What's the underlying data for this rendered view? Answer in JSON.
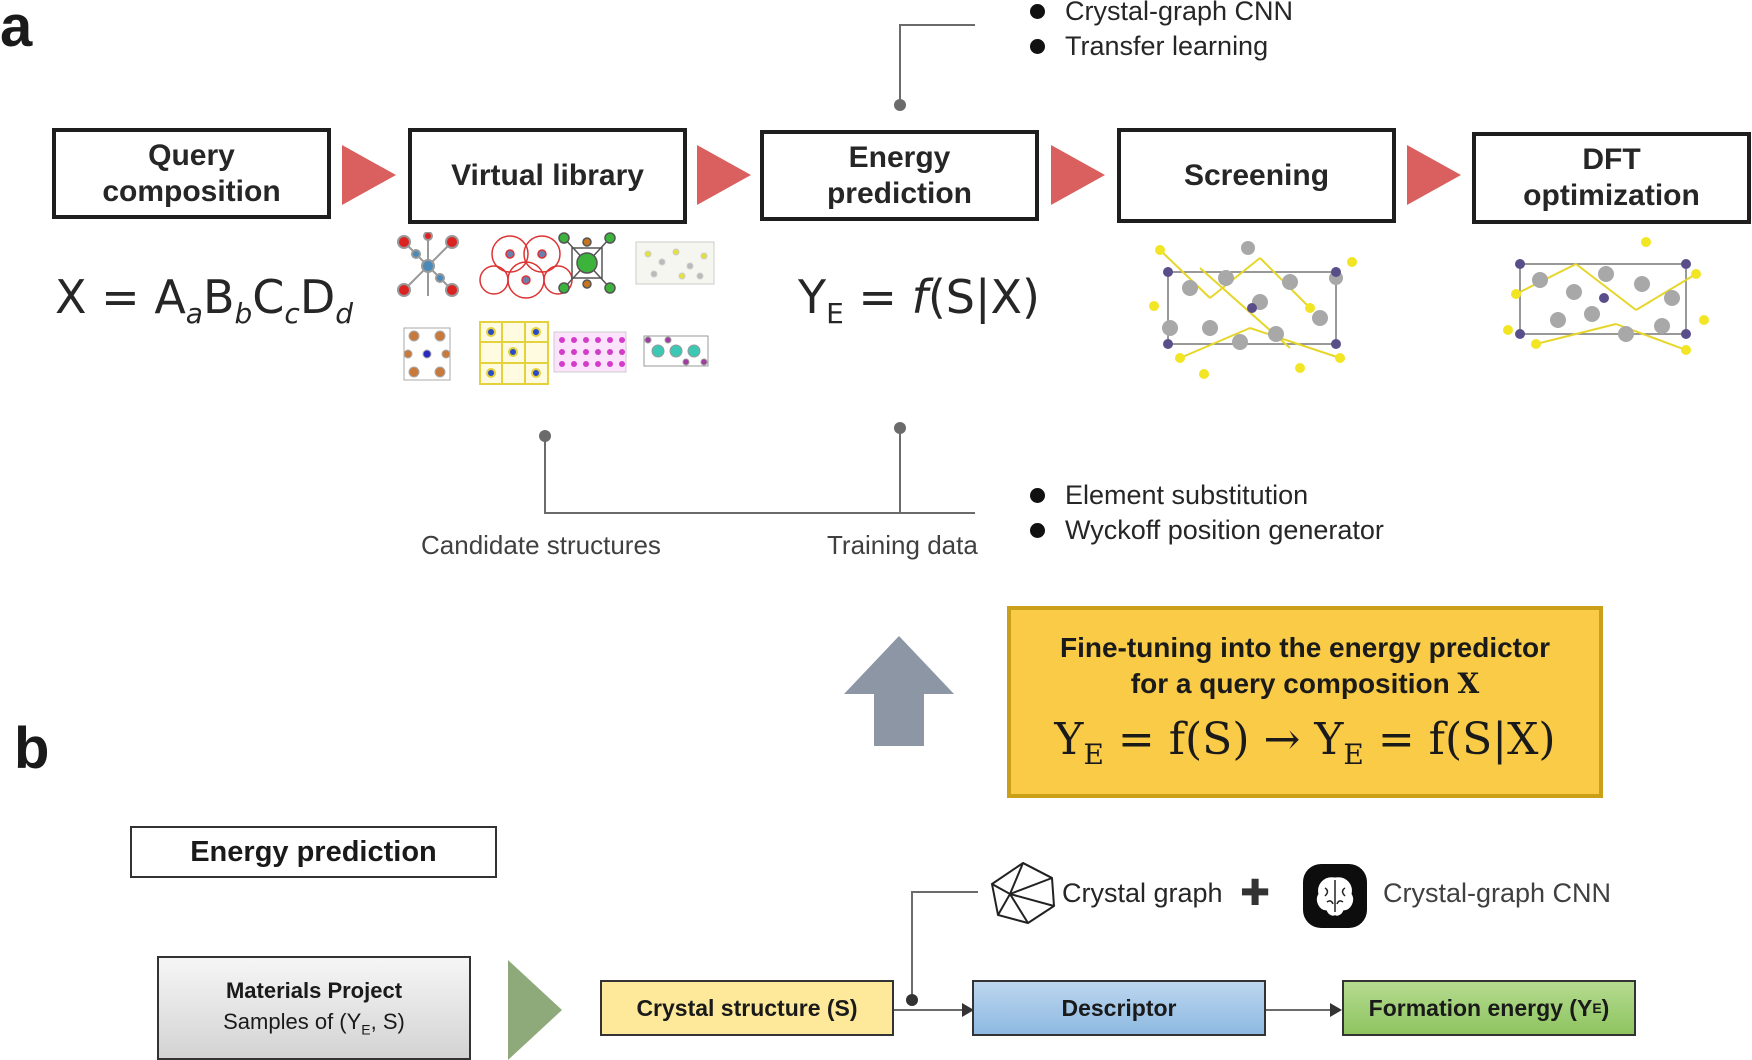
{
  "panels": {
    "a": "a",
    "b": "b"
  },
  "pipeline": {
    "steps": [
      {
        "label": "Query\ncomposition"
      },
      {
        "label": "Virtual library"
      },
      {
        "label": "Energy\nprediction"
      },
      {
        "label": "Screening"
      },
      {
        "label": "DFT\noptimization"
      }
    ],
    "composition_formula": {
      "prefix": "X = ",
      "A": "A",
      "a": "a",
      "B": "B",
      "b": "b",
      "C": "C",
      "c": "c",
      "D": "D",
      "d": "d"
    },
    "energy_formula": {
      "Y": "Y",
      "E": "E",
      "rest": " = ",
      "f": "f",
      "args": "(S|X)"
    },
    "model_bullets": [
      "Crystal-graph CNN",
      "Transfer learning"
    ],
    "library_bullets": [
      "Element substitution",
      "Wyckoff position generator"
    ],
    "captions": {
      "candidate": "Candidate structures",
      "training": "Training data"
    }
  },
  "finetune": {
    "line1": "Fine-tuning into the energy predictor",
    "line2_prefix": "for a query composition ",
    "line2_var": "X",
    "eq_left": "Y",
    "eq_sub": "E",
    "eq_mid": " = f(S) → Y",
    "eq_sub2": "E",
    "eq_right": " = f(S|X)"
  },
  "energy_panel": {
    "title": "Energy prediction",
    "source_title": "Materials Project",
    "source_sub_prefix": "Samples of (Y",
    "source_sub_sub": "E",
    "source_sub_suffix": ", S)",
    "crystal_structure": "Crystal structure (S)",
    "descriptor": "Descriptor",
    "formation_prefix": "Formation energy (Y",
    "formation_sub": "E",
    "formation_suffix": ")",
    "crystal_graph": "Crystal graph",
    "plus": "✚",
    "cgcnn": "Crystal-graph CNN"
  },
  "icons": [
    "polyhedron-icon",
    "brain-icon",
    "up-arrow-icon"
  ],
  "colors": {
    "arrow_red": "#d9605e",
    "arrow_green": "#8faa7a",
    "arrow_grey": "#8c96a5",
    "highlight": "#f9cb47",
    "crystal_box": "#fde999",
    "descriptor_box": "#9ec3e6",
    "formation_box": "#99cc66"
  }
}
